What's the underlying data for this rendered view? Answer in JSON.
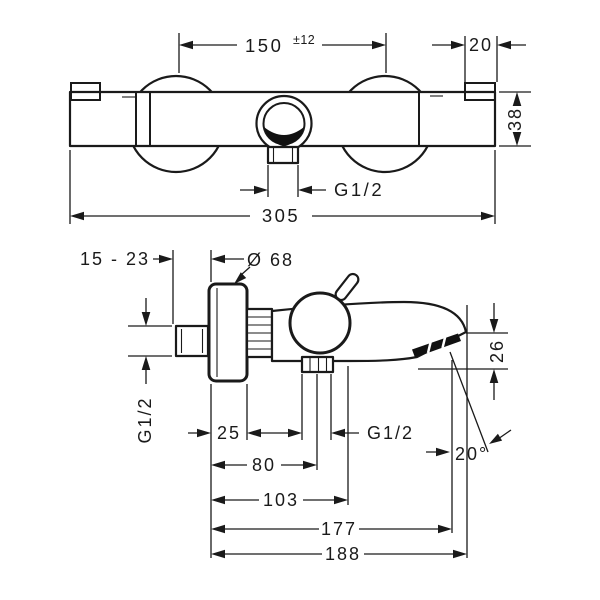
{
  "drawing": {
    "background": "#ffffff",
    "line_color": "#1a1a1a",
    "front_view": {
      "center_distance": "150",
      "center_distance_tolerance": "±12",
      "right_cap_width": "20",
      "body_height": "38",
      "outlet_thread": "G1/2",
      "overall_width": "305"
    },
    "side_view": {
      "wall_distance_range": "15 - 23",
      "escutcheon_diameter": "Ø 68",
      "supply_thread": "G1/2",
      "face_to_body_front": "25",
      "hose_outlet_thread": "G1/2",
      "face_to_hose_outlet": "80",
      "face_to_body_end": "103",
      "face_to_spout_outlet": "177",
      "face_to_spout_tip": "188",
      "spout_outlet_drop": "26",
      "spout_angle": "20°"
    }
  }
}
